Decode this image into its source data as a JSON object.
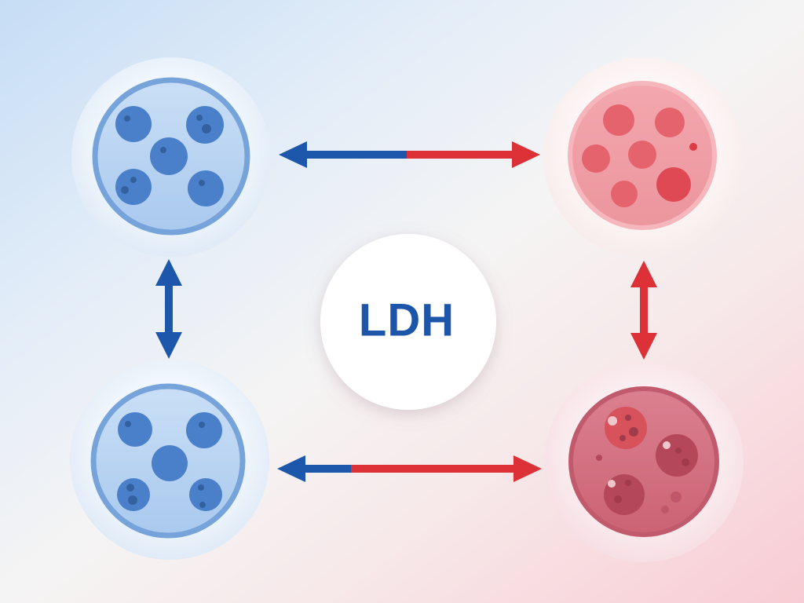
{
  "diagram": {
    "center_label": "LDH",
    "nodes": [
      {
        "id": "blue-cell-top-left",
        "kind": "cell",
        "color_family": "blue",
        "nucleus_count": 5
      },
      {
        "id": "red-cell-top-right",
        "kind": "cell",
        "color_family": "red",
        "nucleus_count": 7
      },
      {
        "id": "blue-cell-bottom-left",
        "kind": "cell",
        "color_family": "blue",
        "nucleus_count": 5
      },
      {
        "id": "red-cell-bottom-right",
        "kind": "cell",
        "color_family": "red",
        "nucleus_count": 6
      },
      {
        "id": "ldh-center-circle",
        "kind": "label-circle",
        "label": "LDH"
      }
    ],
    "arrows": [
      {
        "id": "top-horizontal-arrow",
        "direction": "bidirectional",
        "halves": [
          "blue",
          "red"
        ],
        "split": "center"
      },
      {
        "id": "bottom-horizontal-arrow",
        "direction": "bidirectional",
        "halves": [
          "blue",
          "red"
        ],
        "split": "left-of-center"
      },
      {
        "id": "left-vertical-arrow",
        "direction": "bidirectional",
        "halves": [
          "blue"
        ]
      },
      {
        "id": "right-vertical-arrow",
        "direction": "bidirectional",
        "halves": [
          "red"
        ]
      }
    ]
  },
  "colors": {
    "ldh_text": "#1d55a8",
    "blue_arrow": "#1d57ab",
    "red_arrow": "#dc3137",
    "center_circle_fill": "#ffffff",
    "bg_top_left": "#c6ddf5",
    "bg_middle": "#f5f4f4",
    "bg_bottom_right": "#f8ccd4",
    "blue_cell_ring": "#76a4da",
    "blue_dot": "#4a80ca",
    "blue_dot_speckle": "#33619f",
    "red_cell_top_ring": "#f5b7bc",
    "red_dot": "#e4636d",
    "red_dot_dark": "#de4954",
    "red_dot_tiny": "#dc3c46",
    "red_cell_bottom_ring": "#c05a6c",
    "red_organelle_bright": "#d8525c",
    "red_organelle_dark": "#b4485a",
    "red_organelle_spot": "#a03b4c",
    "red_organelle_highlight": "#efc6ca",
    "red_small_dot": "#c05669"
  }
}
